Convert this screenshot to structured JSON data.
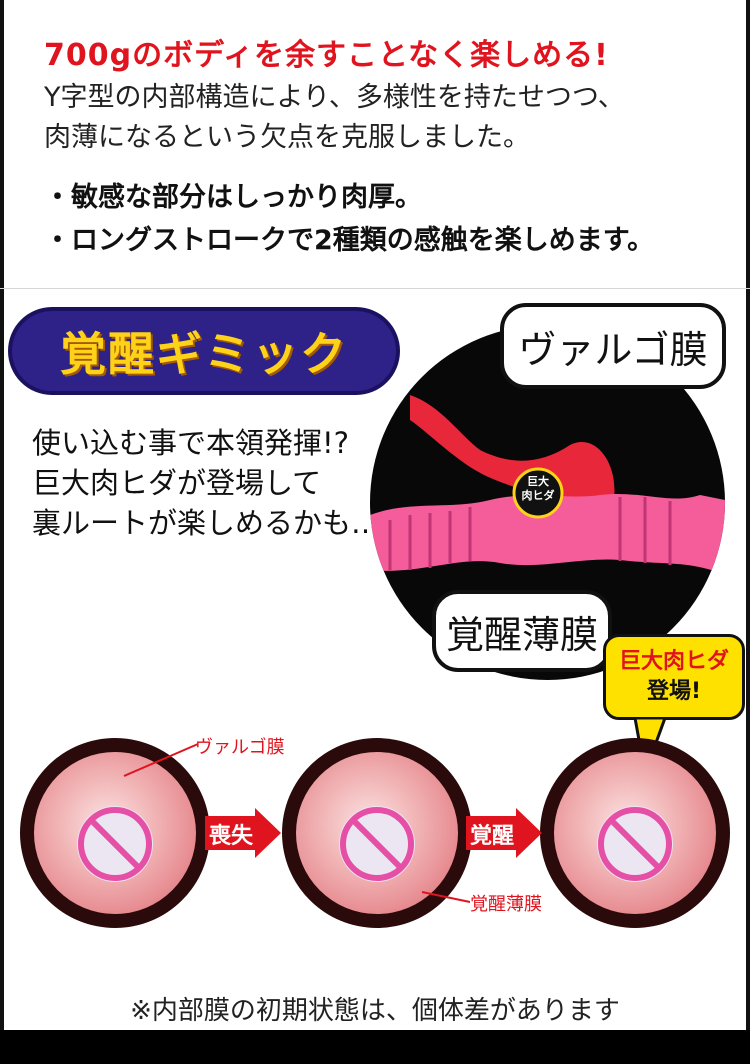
{
  "header": {
    "headline": "700gのボディを余すことなく楽しめる!",
    "intro_lines": [
      "Y字型の内部構造により、多様性を持たせつつ、",
      "肉薄になるという欠点を克服しました。"
    ],
    "bullets": [
      "・敏感な部分はしっかり肉厚。",
      "・ロングストロークで2種類の感触を楽しめます。"
    ]
  },
  "gimmick": {
    "badge": "覚醒ギミック",
    "description": [
      "使い込む事で本領発揮!?",
      "巨大肉ヒダが登場して",
      "裏ルートが楽しめるかも…"
    ],
    "callout_top": "ヴァルゴ膜",
    "callout_bottom": "覚醒薄膜",
    "center_label": [
      "巨大",
      "肉ヒダ"
    ],
    "highlight": [
      "巨大肉ヒダ",
      "登場!"
    ]
  },
  "stages": {
    "arrow1": "喪失",
    "arrow2": "覚醒",
    "label_top": "ヴァルゴ膜",
    "label_bottom": "覚醒薄膜"
  },
  "footnote": "※内部膜の初期状態は、個体差があります",
  "colors": {
    "accent_red": "#e0141e",
    "badge_navy": "#2e2288",
    "badge_text": "#ffd21a",
    "tag_yellow": "#ffe100"
  }
}
